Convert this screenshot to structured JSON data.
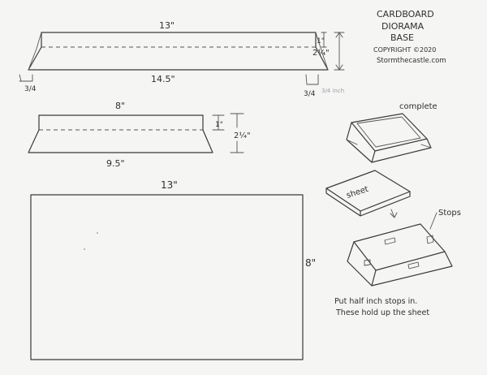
{
  "title": {
    "line1": "CARDBOARD",
    "line2": "DIORAMA",
    "line3": "BASE",
    "copyright": "COPYRIGHT ©2020",
    "site": "Stormthecastle.com"
  },
  "long_side": {
    "top_length": "13\"",
    "bottom_length": "14.5\"",
    "fold_height": "1\"",
    "total_height": "2¼\"",
    "left_flare": "3/4",
    "right_flare": "3/4",
    "faint_note": "3/4 inch"
  },
  "short_side": {
    "top_length": "8\"",
    "bottom_length": "9.5\"",
    "fold_height": "1\"",
    "total_height": "2¼\""
  },
  "base_sheet": {
    "width_label": "13\"",
    "height_label": "8\""
  },
  "steps": {
    "complete_label": "complete",
    "sheet_label": "sheet",
    "stops_label": "Stops",
    "note_line1": "Put half inch stops in.",
    "note_line2": "These hold up the sheet"
  }
}
